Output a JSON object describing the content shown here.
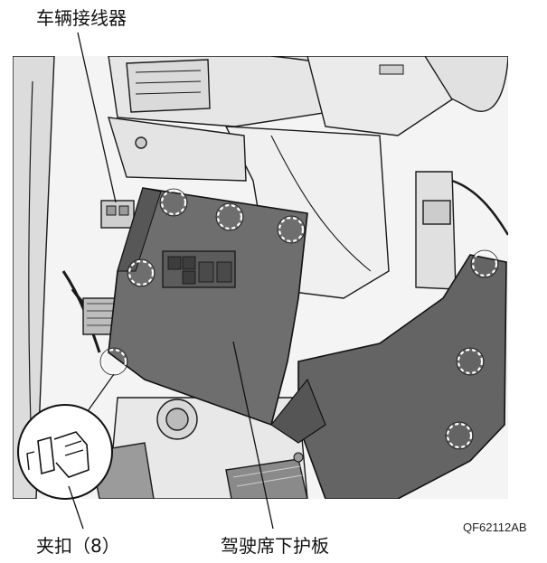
{
  "labels": {
    "vehicle_connector": "车辆接线器",
    "clip": "夹扣（8）",
    "driver_lower_cover": "驾驶席下护板",
    "figure_code": "QF62112AB"
  },
  "colors": {
    "panel": "#6e6e6e",
    "panel_dark": "#575757",
    "line": "#1a1a1a",
    "background_part": "#e9e9e9"
  }
}
